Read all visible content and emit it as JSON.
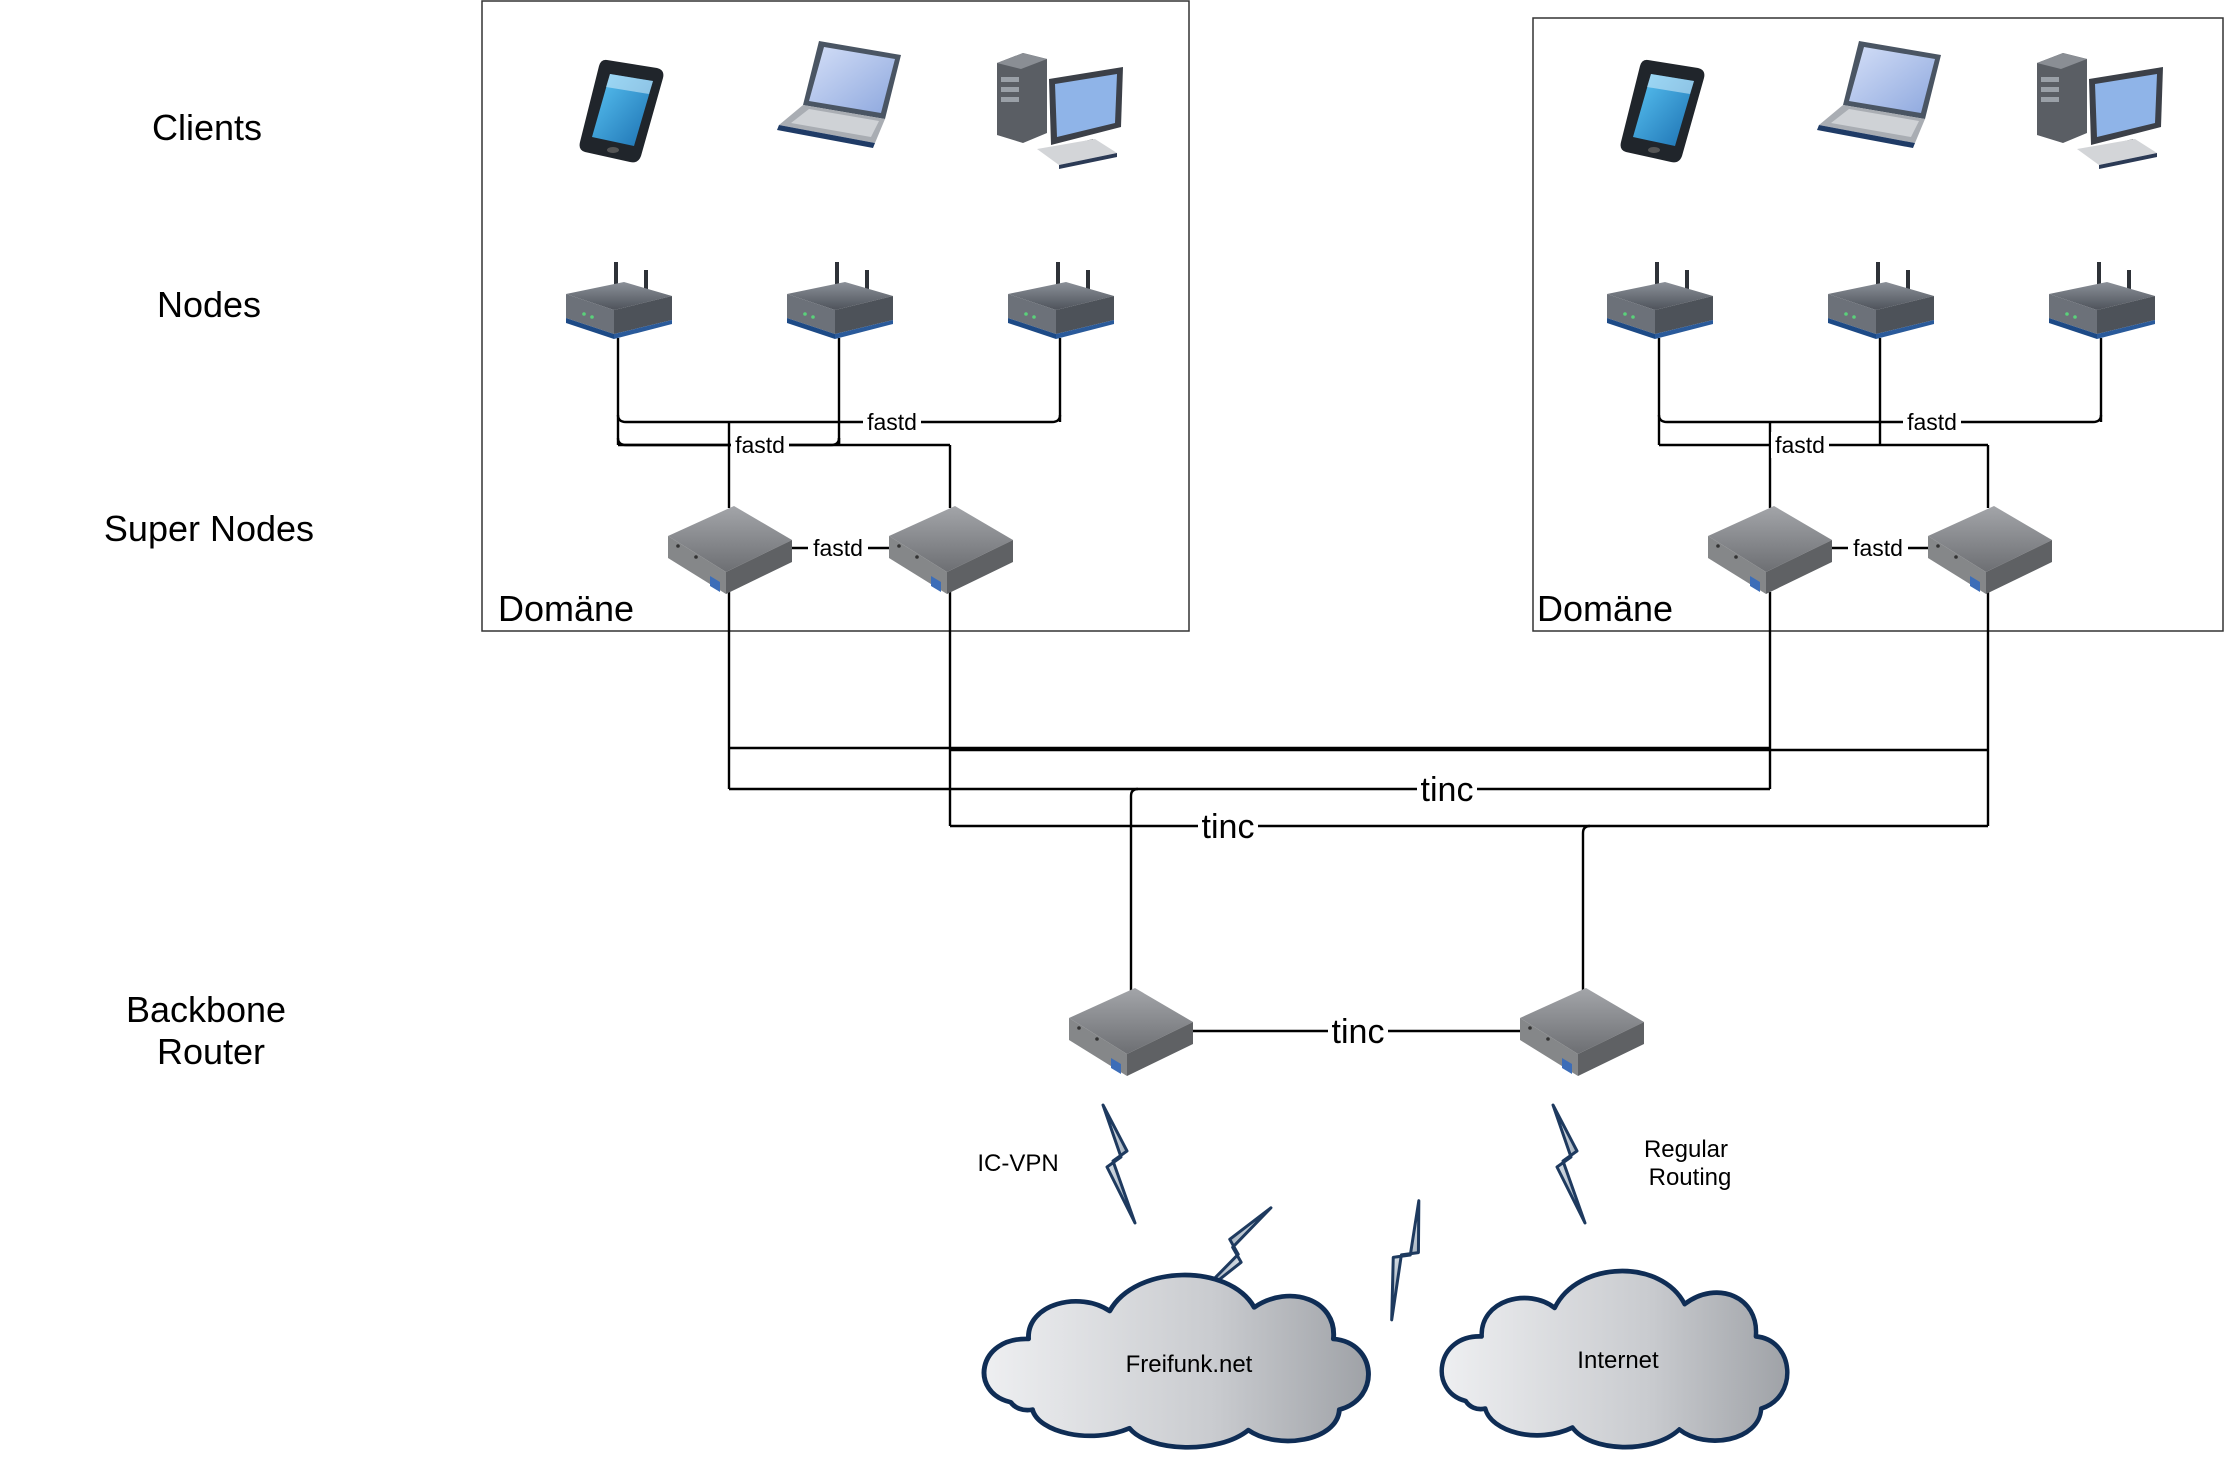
{
  "row_labels": {
    "clients": "Clients",
    "nodes": "Nodes",
    "super_nodes": "Super Nodes",
    "backbone_line1": "Backbone",
    "backbone_line2": "Router"
  },
  "domains": [
    {
      "label": "Domäne",
      "fastd_top": "fastd",
      "fastd_mid": "fastd",
      "fastd_sn": "fastd"
    },
    {
      "label": "Domäne",
      "fastd_top": "fastd",
      "fastd_mid": "fastd",
      "fastd_sn": "fastd"
    }
  ],
  "tinc_labels": {
    "upper": "tinc",
    "lower": "tinc",
    "backbone": "tinc"
  },
  "links": {
    "icvpn": "IC-VPN",
    "regular_line1": "Regular",
    "regular_line2": "Routing"
  },
  "clouds": {
    "left": "Freifunk.net",
    "right": "Internet"
  },
  "icons": {
    "client_phone": "smartphone-icon",
    "client_laptop": "laptop-icon",
    "client_desktop": "desktop-computer-icon",
    "node": "wireless-router-icon",
    "server": "rack-server-icon",
    "link": "lightning-bolt-icon",
    "cloud": "cloud-icon"
  },
  "colors": {
    "phone_screen": "#2e9ad8",
    "laptop_screen": "#a8c0ec",
    "device_dark": "#2a2f36",
    "server_body": "#7a7c80",
    "bolt_fill": "#b9c5cf",
    "bolt_stroke": "#1e3a5f",
    "cloud_fill": "#cfd1d4",
    "cloud_stroke": "#0f2d55"
  }
}
